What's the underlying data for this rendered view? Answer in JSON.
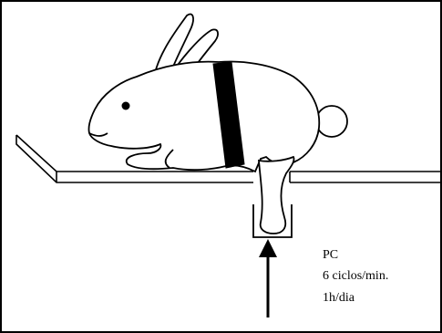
{
  "annotation": {
    "line1": "PC",
    "line2": "6 ciclos/min.",
    "line3": "1h/dia"
  },
  "colors": {
    "stroke": "#000000",
    "fill": "#ffffff",
    "strap": "#000000"
  }
}
